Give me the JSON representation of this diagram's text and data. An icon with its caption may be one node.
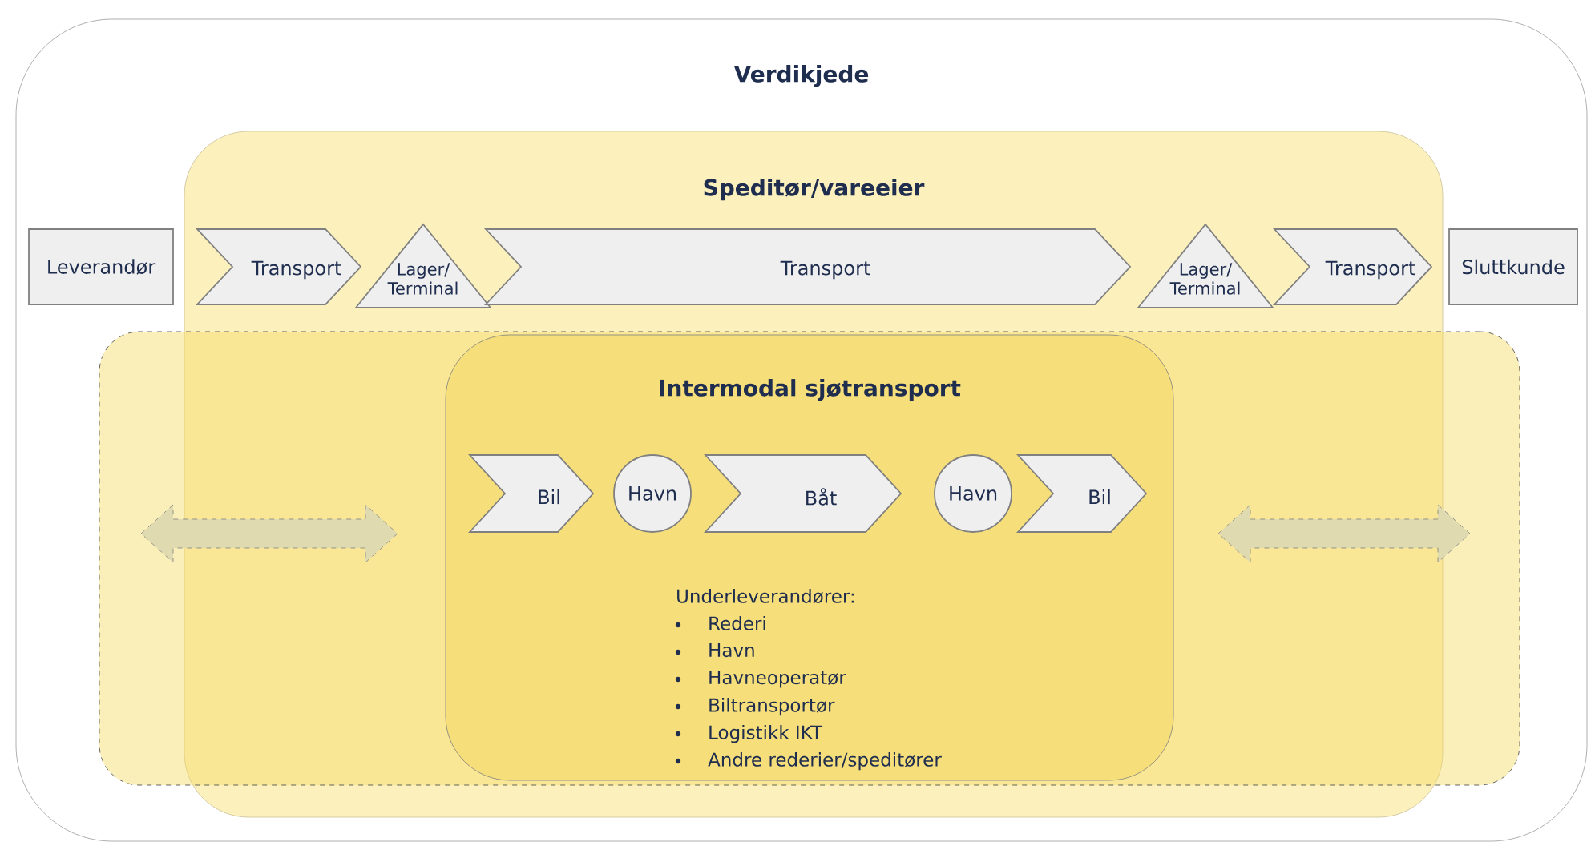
{
  "diagram": {
    "nodes": [
      {
        "text": [
          "Verdikjede"
        ]
      },
      {
        "text": [
          "Speditør/vareeier"
        ],
        "in": 0
      },
      {
        "text": [],
        "shape": "box",
        "in": 0
      },
      {
        "text": [
          "Intermodal sjøtransport",
          "Underleverandører:",
          "Rederi",
          "Havn",
          "Havneoperatør",
          "Biltransportør",
          "Logistikk IKT",
          "Andre rederier/speditører"
        ],
        "in": 2
      },
      {
        "text": [
          "Leverandør"
        ],
        "in": 0
      },
      {
        "text": [
          "Transport"
        ],
        "in": 1
      },
      {
        "text": [
          "Lager/ Terminal"
        ],
        "in": 1
      },
      {
        "text": [
          "Transport"
        ],
        "in": 1
      },
      {
        "text": [
          "Lager/ Terminal"
        ],
        "in": 1
      },
      {
        "text": [
          "Transport"
        ],
        "in": 1
      },
      {
        "text": [
          "Sluttkunde"
        ],
        "in": 0
      },
      {
        "text": [
          "Bil"
        ],
        "in": 3
      },
      {
        "text": [
          "Havn"
        ],
        "in": 3
      },
      {
        "text": [
          "Båt"
        ],
        "in": 3
      },
      {
        "text": [
          "Havn"
        ],
        "in": 3
      },
      {
        "text": [
          "Bil"
        ],
        "in": 3
      }
    ]
  }
}
